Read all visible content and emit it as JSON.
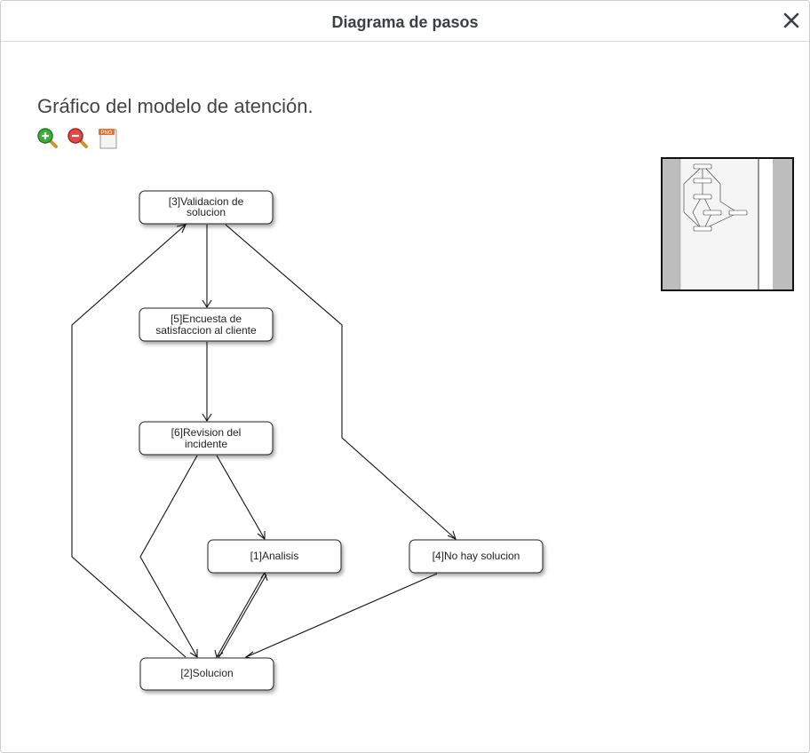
{
  "dialog": {
    "title": "Diagrama de pasos",
    "close_icon": "close-icon"
  },
  "content": {
    "subtitle": "Gráfico del modelo de atención.",
    "toolbar": {
      "zoom_in_icon": "zoom-in-icon",
      "zoom_out_icon": "zoom-out-icon",
      "export_png_icon": "png-file-icon",
      "export_png_label": "PNG"
    }
  },
  "diagram": {
    "nodes": [
      {
        "id": "n3",
        "lines": [
          "[3]Validacion de",
          "solucion"
        ]
      },
      {
        "id": "n5",
        "lines": [
          "[5]Encuesta de",
          "satisfaccion al cliente"
        ]
      },
      {
        "id": "n6",
        "lines": [
          "[6]Revision del",
          "incidente"
        ]
      },
      {
        "id": "n1",
        "lines": [
          "[1]Analisis"
        ]
      },
      {
        "id": "n4",
        "lines": [
          "[4]No hay solucion"
        ]
      },
      {
        "id": "n2",
        "lines": [
          "[2]Solucion"
        ]
      }
    ]
  },
  "colors": {
    "title_text": "#3b4045",
    "node_border": "#222222",
    "edge": "#111111",
    "zoom_in": "#2e9a2e",
    "zoom_out": "#d23b3b"
  }
}
